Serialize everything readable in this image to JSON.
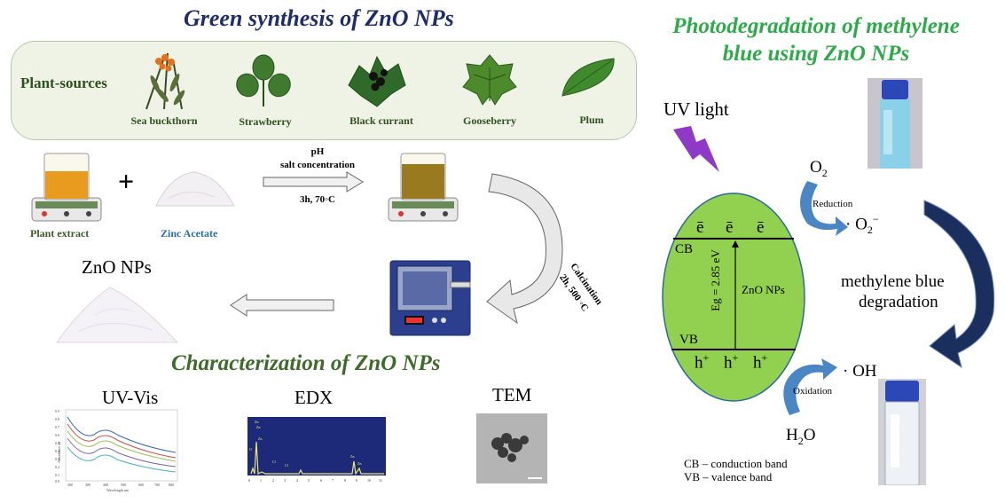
{
  "titles": {
    "synthesis": "Green synthesis of ZnO NPs",
    "photodegradation": "Photodegradation of methylene blue using ZnO NPs",
    "characterization": "Characterization of ZnO NPs"
  },
  "plant_sources": {
    "label": "Plant-sources",
    "items": [
      "Sea buckthorn",
      "Strawberry",
      "Black currant",
      "Gooseberry",
      "Plum"
    ]
  },
  "reaction": {
    "plus": "+",
    "plant_extract": "Plant extract",
    "zinc_acetate": "Zinc Acetate",
    "conditions_top_1": "pH",
    "conditions_top_2": "salt concentration",
    "conditions_bottom": "3h, 70◦C",
    "calcination_1": "Calcination",
    "calcination_2": "2h, 500 ◦C",
    "product": "ZnO NPs"
  },
  "characterization": {
    "methods": [
      "UV-Vis",
      "EDX",
      "TEM"
    ]
  },
  "uvvis": {
    "ylabel": "Absorbance au",
    "xlabel": "Wavelength nm",
    "yticks": [
      "0.9",
      "0.8",
      "0.7",
      "0.6",
      "0.5",
      "0.4",
      "0.3",
      "0.2",
      "0.1",
      "0.0"
    ],
    "xticks": [
      "200",
      "300",
      "400",
      "500",
      "600",
      "700",
      "800"
    ]
  },
  "edx": {
    "xticks": [
      "0",
      "1",
      "2",
      "3",
      "4",
      "5",
      "6",
      "7",
      "8",
      "9",
      "10",
      "11"
    ],
    "peak_labels": [
      "Zn",
      "Zn",
      "O",
      "Zn",
      "Cl",
      "Cl",
      "Zn",
      "Zn"
    ]
  },
  "photocatalysis": {
    "uv_light": "UV light",
    "electron": "ē",
    "cb": "CB",
    "vb": "VB",
    "hole": "h",
    "hole_sup": "+",
    "eg": "Eg = 2.85 eV",
    "zno": "ZnO NPs",
    "o2": "O",
    "o2_sub": "2",
    "reduction": "Reduction",
    "superoxide": "· O",
    "superoxide_sub": "2",
    "superoxide_sup": "−",
    "oxidation": "Oxidation",
    "hydroxyl": "· OH",
    "h2o_h": "H",
    "h2o_sub": "2",
    "h2o_o": "O",
    "mb_line1": "methylene  blue",
    "mb_line2": "degradation",
    "legend_cb": "CB – conduction  band",
    "legend_vb": "VB – valence  band"
  },
  "colors": {
    "synthesis_title": "#1f2d6b",
    "photodeg_title": "#2eaa4a",
    "char_title": "#3e6b2a",
    "ellipse": "#92d050",
    "uv_bolt": "#8e3ac6",
    "arrow_navy": "#1a2f5e",
    "arrow_blue": "#4a86c4"
  }
}
